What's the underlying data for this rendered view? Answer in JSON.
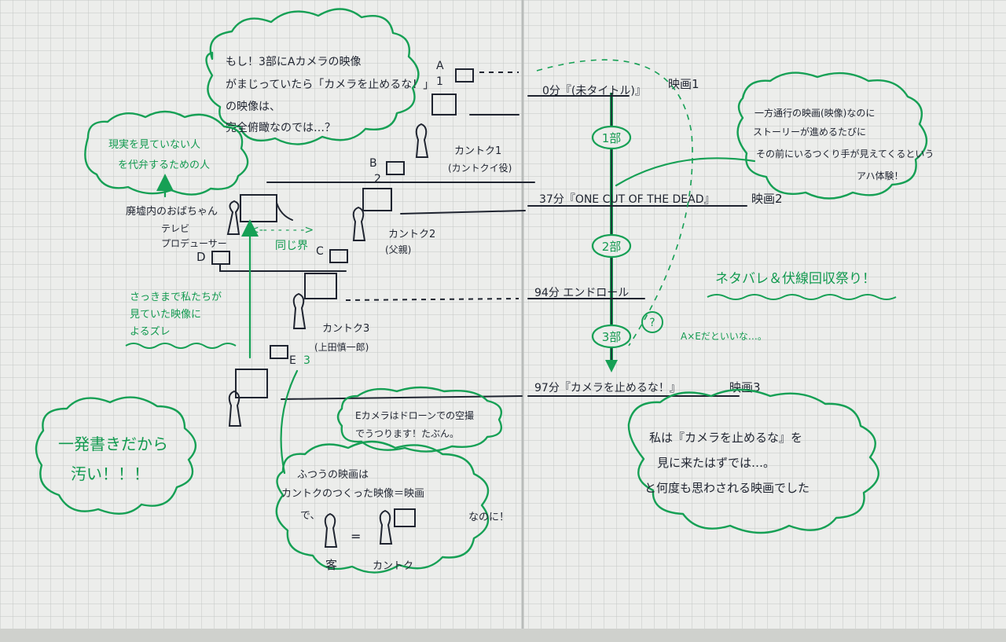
{
  "left": {
    "cloud_camera_a": [
      "もし！3部にAカメラの映像",
      "がまじっていたら「カメラを止めるな！」",
      "の映像は、",
      "完全俯瞰なのでは…？"
    ],
    "cloud_reality": [
      "現実を見ていない人",
      "を代弁するための人"
    ],
    "producer_caption": "廃墟内のおばちゃん",
    "tv_label": "テレビ",
    "tv_producer_label": "プロデューサー",
    "same_world_arrow": "<-- - - - - ->",
    "same_world": "同じ界",
    "labels": {
      "a": "A",
      "one": "1",
      "b": "B",
      "two": "2",
      "c": "C",
      "d": "D",
      "e": "E",
      "three": "3"
    },
    "director_1": [
      "カントク1",
      "(カントクイ役)"
    ],
    "director_2": [
      "カントク2",
      "(父親)"
    ],
    "director_3": [
      "カントク3",
      "(上田慎一郎)"
    ],
    "gap_note": [
      "さっきまで私たちが",
      "見ていた映像に",
      "よるズレ"
    ],
    "rough_draft": [
      "一発書きだから",
      "汚い！！！"
    ],
    "normal_movie": [
      "ふつうの映画は",
      "カントクのつくった映像＝映画",
      "で、",
      "なのに！"
    ],
    "equals": "=",
    "guest_label": "客",
    "director_label": "カントク",
    "drone_note": [
      "Eカメラはドローンでの空撮",
      "でうつります！たぶん。"
    ]
  },
  "right": {
    "timeline": [
      {
        "time": "0分『(未タイトル)』",
        "label": "映画1"
      },
      {
        "time": "37分『ONE CUT OF THE DEAD』",
        "label": "映画2"
      },
      {
        "time": "94分 エンドロール",
        "label": ""
      },
      {
        "time": "97分『カメラを止めるな！』",
        "label": "映画3"
      }
    ],
    "parts": [
      "1部",
      "2部",
      "3部"
    ],
    "question_mark": "?",
    "question_note": "A×Eだといいな…。",
    "one_way": [
      "一方通行の映画(映像)なのに",
      "ストーリーが進めるたびに",
      "その前にいるつくり手が見えてくるという",
      "アハ体験！"
    ],
    "spoiler": "ネタバレ＆伏線回収祭り！",
    "conclusion": [
      "私は『カメラを止めるな』を",
      "見に来たはずでは…。",
      "と何度も思わされる映画でした"
    ]
  }
}
